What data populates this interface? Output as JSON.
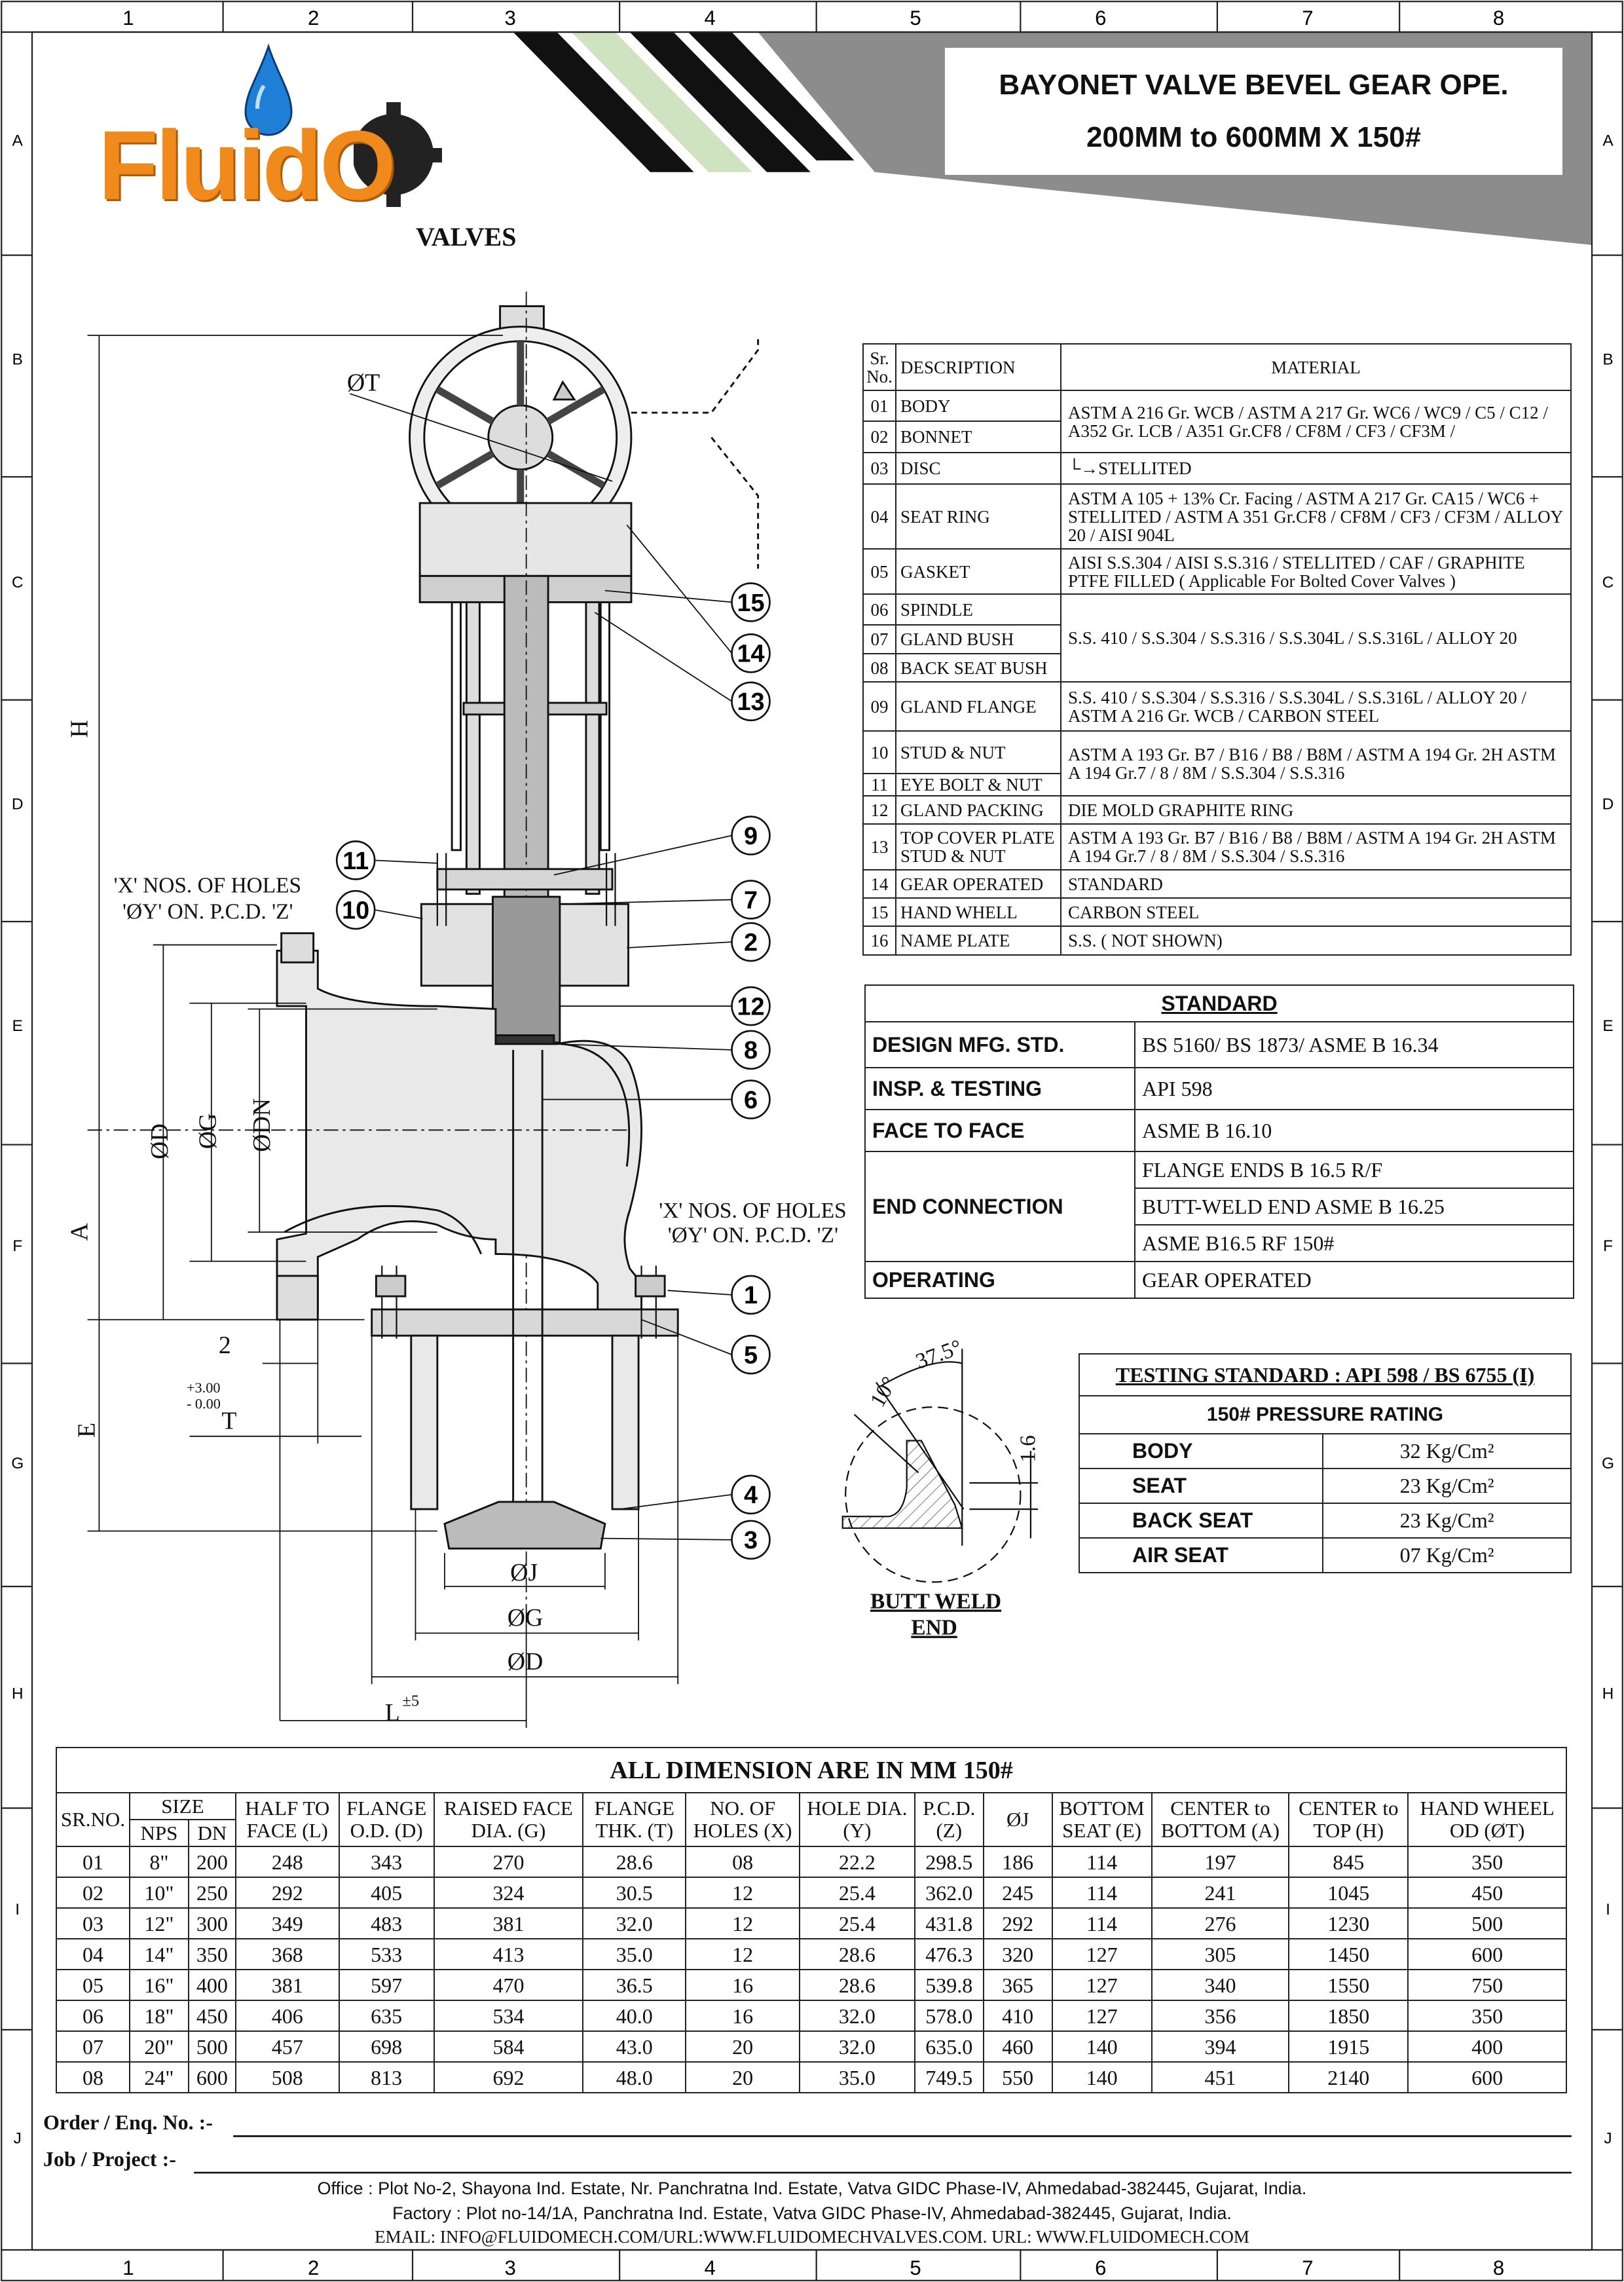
{
  "title": {
    "line1": "BAYONET VALVE BEVEL GEAR OPE.",
    "line2": "200MM to 600MM X 150#"
  },
  "logo": {
    "brand": "FluidO",
    "sub": "VALVES"
  },
  "grid": {
    "columns": [
      "1",
      "2",
      "3",
      "4",
      "5",
      "6",
      "7",
      "8"
    ],
    "rows": [
      "A",
      "B",
      "C",
      "D",
      "E",
      "F",
      "G",
      "H",
      "I",
      "J"
    ]
  },
  "materials": {
    "headers": {
      "sr": "Sr. No.",
      "desc": "DESCRIPTION",
      "mat": "MATERIAL"
    },
    "items": [
      {
        "sr": "01",
        "desc": "BODY"
      },
      {
        "sr": "02",
        "desc": "BONNET"
      },
      {
        "sr": "03",
        "desc": "DISC"
      },
      {
        "sr": "04",
        "desc": "SEAT RING"
      },
      {
        "sr": "05",
        "desc": "GASKET"
      },
      {
        "sr": "06",
        "desc": "SPINDLE"
      },
      {
        "sr": "07",
        "desc": "GLAND BUSH"
      },
      {
        "sr": "08",
        "desc": "BACK SEAT BUSH"
      },
      {
        "sr": "09",
        "desc": "GLAND FLANGE"
      },
      {
        "sr": "10",
        "desc": "STUD & NUT"
      },
      {
        "sr": "11",
        "desc": "EYE BOLT & NUT"
      },
      {
        "sr": "12",
        "desc": "GLAND PACKING"
      },
      {
        "sr": "13",
        "desc": "TOP COVER PLATE STUD & NUT"
      },
      {
        "sr": "14",
        "desc": "GEAR OPERATED"
      },
      {
        "sr": "15",
        "desc": "HAND WHELL"
      },
      {
        "sr": "16",
        "desc": "NAME PLATE"
      }
    ],
    "body_bonnet": "ASTM A 216 Gr. WCB / ASTM A 217 Gr. WC6 / WC9 / C5 / C12 / A352 Gr. LCB / A351 Gr.CF8 /  CF8M / CF3 / CF3M /",
    "disc": "STELLITED",
    "seat_ring": "ASTM A 105 + 13% Cr. Facing / ASTM A 217 Gr. CA15 / WC6 + STELLITED / ASTM A 351 Gr.CF8 / CF8M / CF3 / CF3M / ALLOY 20 / AISI 904L",
    "gasket": "AISI S.S.304 / AISI S.S.316 / STELLITED / CAF / GRAPHITE PTFE FILLED ( Applicable For Bolted Cover Valves )",
    "spindle_group": "S.S. 410 / S.S.304 / S.S.316 / S.S.304L / S.S.316L / ALLOY 20",
    "gland_flange": "S.S. 410 / S.S.304 / S.S.316 / S.S.304L / S.S.316L / ALLOY 20 / ASTM A 216 Gr. WCB / CARBON STEEL",
    "stud_nut": "ASTM A 193 Gr. B7 / B16 / B8 / B8M / ASTM A 194 Gr. 2H ASTM A 194 Gr.7 / 8 / 8M /  S.S.304 / S.S.316",
    "gland_packing": "DIE MOLD GRAPHITE RING",
    "top_cover": "ASTM A 193 Gr. B7 / B16 / B8 / B8M / ASTM A 194 Gr. 2H ASTM A 194 Gr.7 / 8 / 8M /  S.S.304 / S.S.316",
    "gear": "STANDARD",
    "hand_wheel": "CARBON STEEL",
    "name_plate": "S.S. ( NOT SHOWN)"
  },
  "standard": {
    "heading": "STANDARD",
    "design_label": "DESIGN MFG. STD.",
    "design_value": "BS 5160/ BS 1873/ ASME B 16.34",
    "insp_label": "INSP. & TESTING",
    "insp_value": "API 598",
    "f2f_label": "FACE TO FACE",
    "f2f_value": "ASME B 16.10",
    "end_label": "END CONNECTION",
    "end_values": [
      "FLANGE ENDS B 16.5 R/F",
      "BUTT-WELD END ASME B 16.25",
      "ASME B16.5 RF 150#"
    ],
    "op_label": "OPERATING",
    "op_value": "GEAR OPERATED"
  },
  "testing": {
    "heading": "TESTING STANDARD : API 598 / BS 6755 (I)",
    "rating": "150# PRESSURE RATING",
    "rows": [
      {
        "label": "BODY",
        "value": "32 Kg/Cm²"
      },
      {
        "label": "SEAT",
        "value": "23 Kg/Cm²"
      },
      {
        "label": "BACK SEAT",
        "value": "23 Kg/Cm²"
      },
      {
        "label": "AIR SEAT",
        "value": "07 Kg/Cm²"
      }
    ]
  },
  "butt_weld": {
    "angle1": "37.5°",
    "angle2": "10°",
    "dim": "1.6",
    "label1": "BUTT WELD",
    "label2": "END"
  },
  "drawing": {
    "labels": {
      "T": "ØT",
      "H": "H",
      "A": "A",
      "D": "ØD",
      "G": "ØG",
      "DN": "ØDN",
      "E": "E",
      "Tthk": "T",
      "two": "2",
      "tol_plus": "+3.00",
      "tol_minus": "- 0.00",
      "J": "ØJ",
      "G2": "ØG",
      "D2": "ØD",
      "L": "L",
      "L_tol": "±5"
    },
    "hole_note1": "'X' NOS. OF HOLES",
    "hole_note2": "'ØY' ON. P.C.D. 'Z'",
    "balloons": [
      "15",
      "14",
      "13",
      "11",
      "10",
      "9",
      "7",
      "2",
      "12",
      "8",
      "6",
      "1",
      "5",
      "4",
      "3"
    ]
  },
  "dimensions": {
    "title": "ALL DIMENSION ARE IN MM  150#",
    "headers": {
      "sr": "SR.NO.",
      "size": "SIZE",
      "nps": "NPS",
      "dn": "DN",
      "cols": [
        "HALF TO FACE (L)",
        "FLANGE O.D. (D)",
        "RAISED FACE DIA. (G)",
        "FLANGE THK. (T)",
        "NO. OF HOLES (X)",
        "HOLE DIA. (Y)",
        "P.C.D. (Z)",
        "ØJ",
        "BOTTOM SEAT (E)",
        "CENTER to BOTTOM (A)",
        "CENTER to TOP (H)",
        "HAND WHEEL OD  (ØT)"
      ]
    },
    "rows": [
      [
        "01",
        "8\"",
        "200",
        "248",
        "343",
        "270",
        "28.6",
        "08",
        "22.2",
        "298.5",
        "186",
        "114",
        "197",
        "845",
        "350"
      ],
      [
        "02",
        "10\"",
        "250",
        "292",
        "405",
        "324",
        "30.5",
        "12",
        "25.4",
        "362.0",
        "245",
        "114",
        "241",
        "1045",
        "450"
      ],
      [
        "03",
        "12\"",
        "300",
        "349",
        "483",
        "381",
        "32.0",
        "12",
        "25.4",
        "431.8",
        "292",
        "114",
        "276",
        "1230",
        "500"
      ],
      [
        "04",
        "14\"",
        "350",
        "368",
        "533",
        "413",
        "35.0",
        "12",
        "28.6",
        "476.3",
        "320",
        "127",
        "305",
        "1450",
        "600"
      ],
      [
        "05",
        "16\"",
        "400",
        "381",
        "597",
        "470",
        "36.5",
        "16",
        "28.6",
        "539.8",
        "365",
        "127",
        "340",
        "1550",
        "750"
      ],
      [
        "06",
        "18\"",
        "450",
        "406",
        "635",
        "534",
        "40.0",
        "16",
        "32.0",
        "578.0",
        "410",
        "127",
        "356",
        "1850",
        "350"
      ],
      [
        "07",
        "20\"",
        "500",
        "457",
        "698",
        "584",
        "43.0",
        "20",
        "32.0",
        "635.0",
        "460",
        "140",
        "394",
        "1915",
        "400"
      ],
      [
        "08",
        "24\"",
        "600",
        "508",
        "813",
        "692",
        "48.0",
        "20",
        "35.0",
        "749.5",
        "550",
        "140",
        "451",
        "2140",
        "600"
      ]
    ]
  },
  "order": {
    "order_label": "Order / Enq. No.  :-",
    "job_label": "Job / Project  :-"
  },
  "footer": {
    "office": "Office : Plot No-2, Shayona Ind. Estate, Nr. Panchratna Ind. Estate, Vatva GIDC Phase-IV, Ahmedabad-382445, Gujarat, India.",
    "factory": "Factory : Plot no-14/1A, Panchratna Ind. Estate, Vatva GIDC Phase-IV, Ahmedabad-382445, Gujarat, India.",
    "contact": "EMAIL: INFO@FLUIDOMECH.COM/URL:WWW.FLUIDOMECHVALVES.COM. URL: WWW.FLUIDOMECH.COM"
  },
  "colors": {
    "logo_orange": "#f08a1c",
    "logo_blue": "#1f7fd6",
    "band_gray": "#8c8c8c",
    "stripe_green": "#cfe3c0"
  }
}
